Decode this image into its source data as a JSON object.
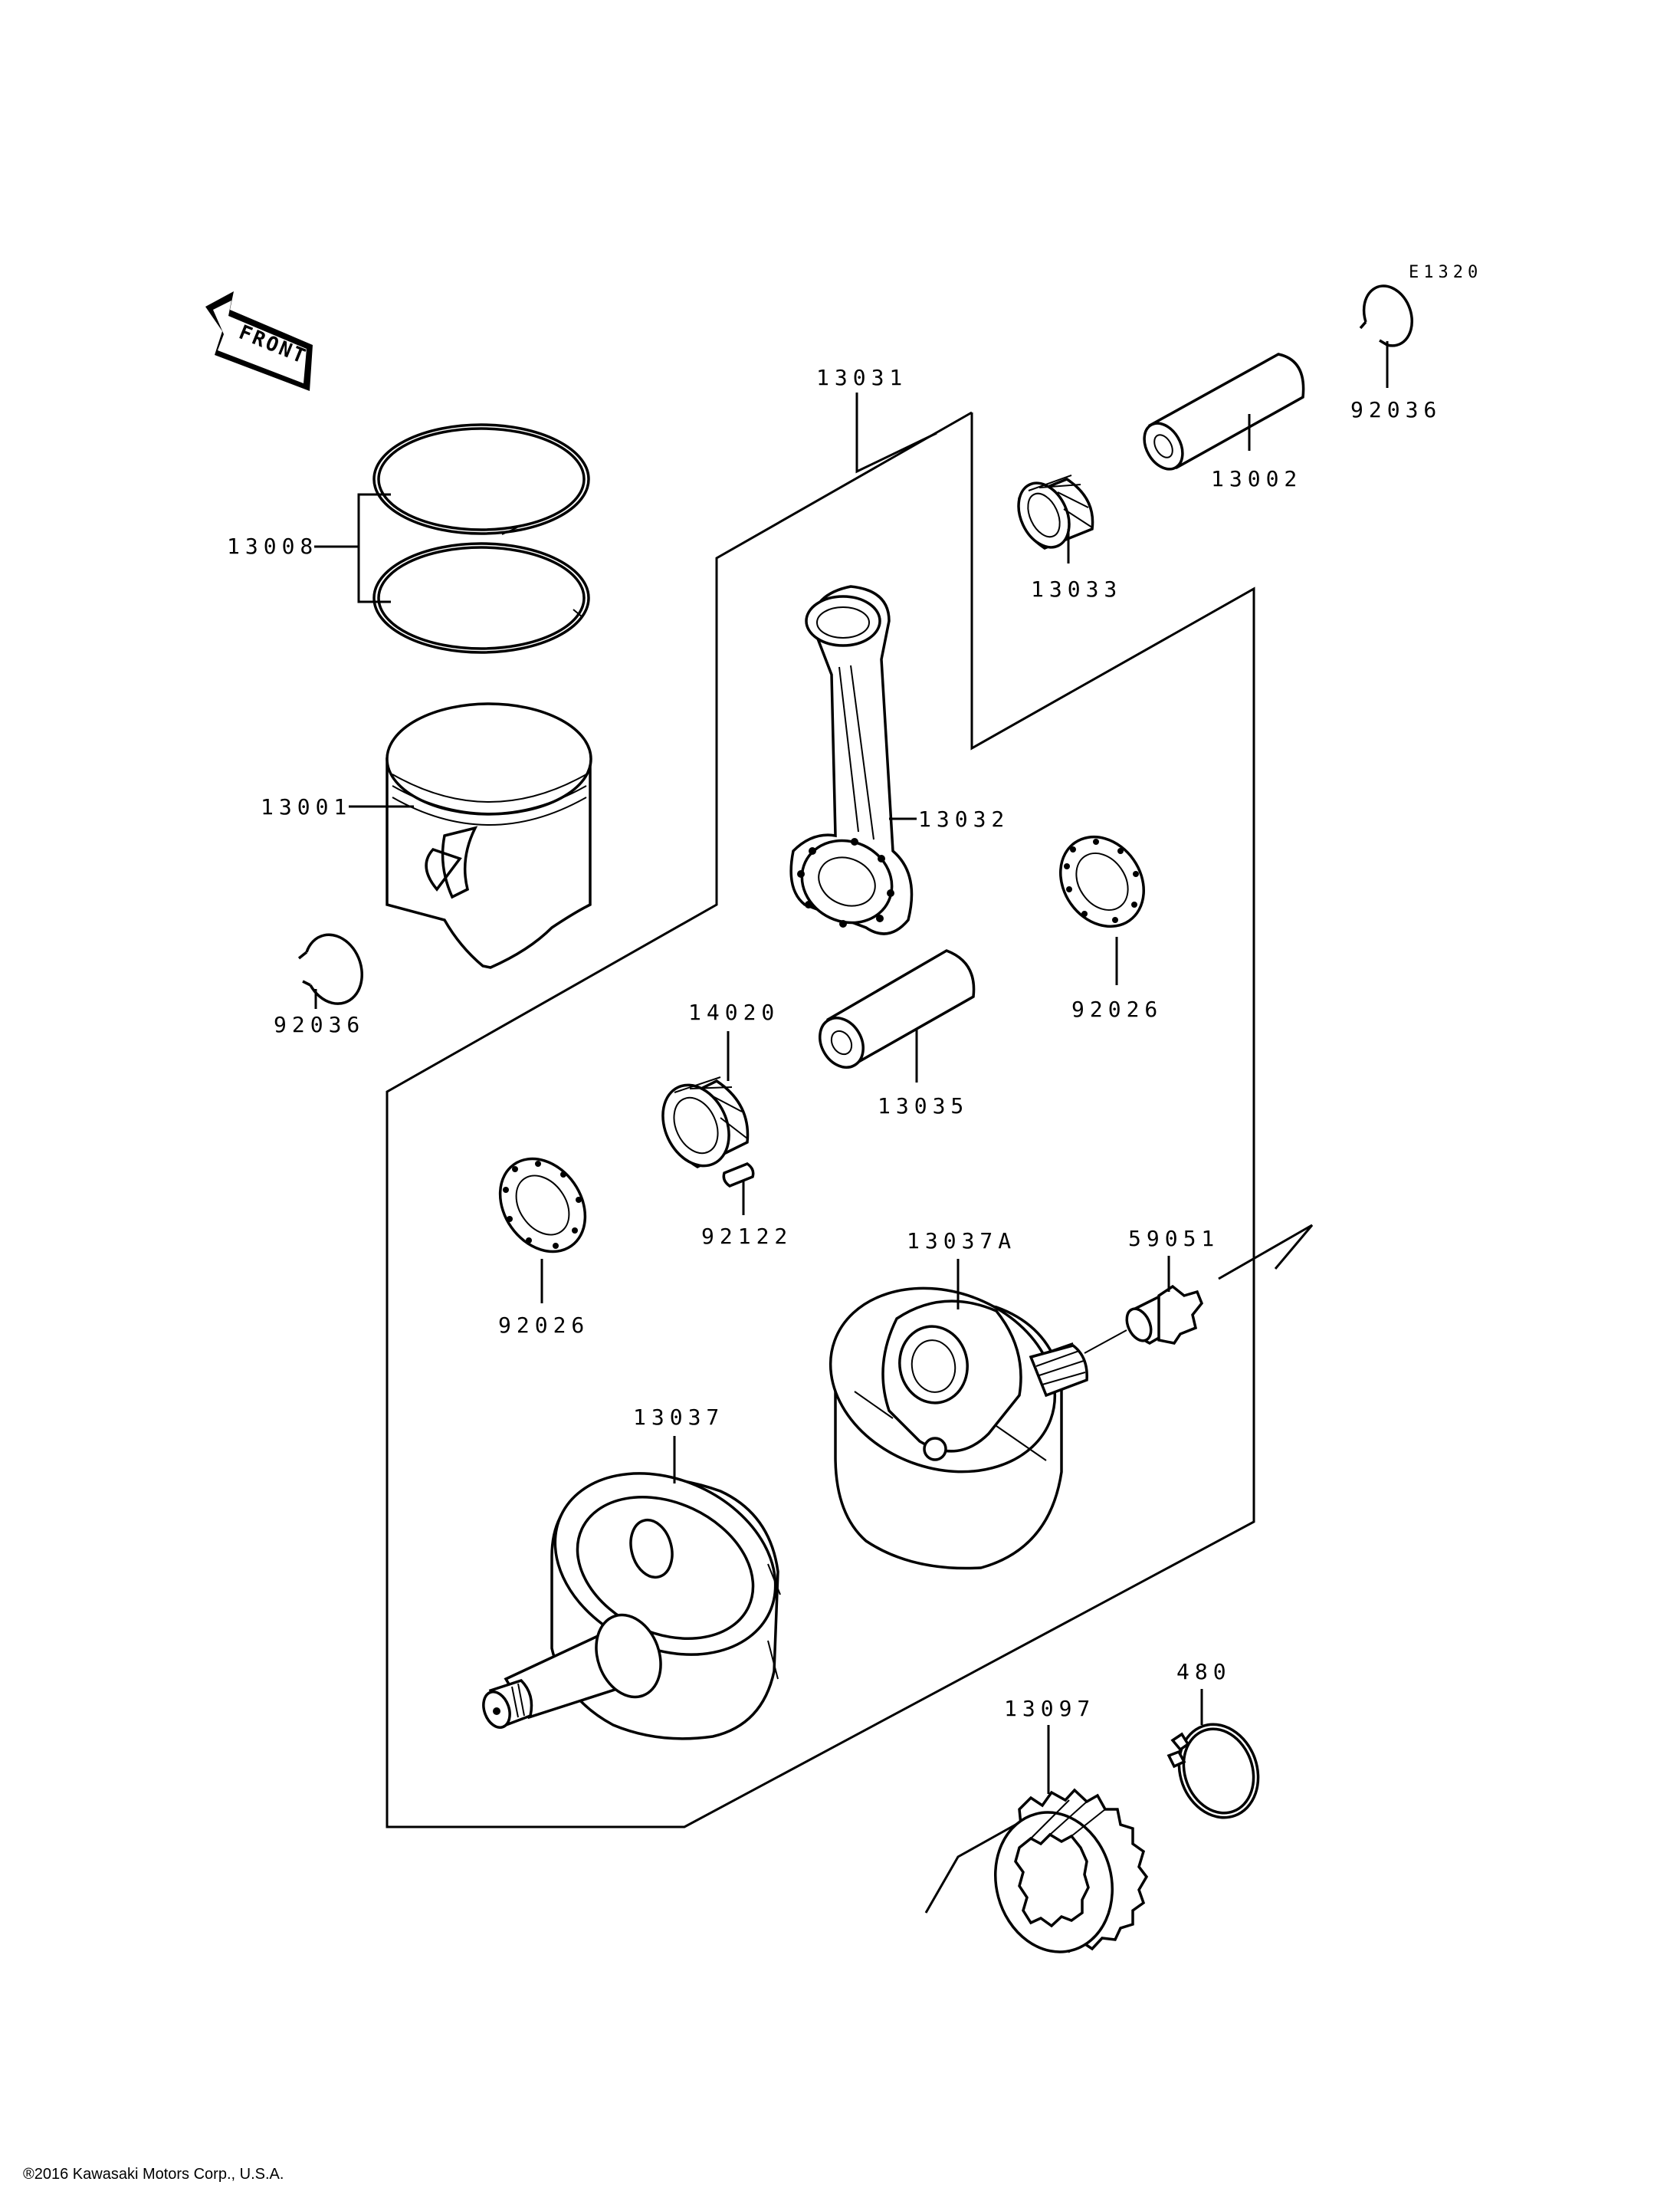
{
  "diagram_code": "E1320",
  "front_label": "FRONT",
  "copyright": "®2016 Kawasaki Motors Corp., U.S.A.",
  "parts": {
    "p13008": "13008",
    "p13001": "13001",
    "p92036_left": "92036",
    "p13031": "13031",
    "p13032": "13032",
    "p13033": "13033",
    "p13002": "13002",
    "p92036_right": "92036",
    "p92026_right": "92026",
    "p14020": "14020",
    "p13035": "13035",
    "p92122": "92122",
    "p92026_left": "92026",
    "p13037A": "13037A",
    "p59051": "59051",
    "p13037": "13037",
    "p480": "480",
    "p13097": "13097"
  }
}
